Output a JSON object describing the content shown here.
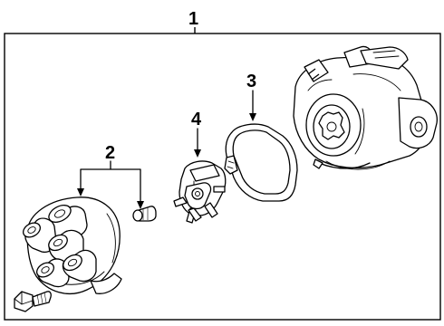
{
  "diagram": {
    "callouts": [
      {
        "id": "1",
        "label": "1"
      },
      {
        "id": "2",
        "label": "2"
      },
      {
        "id": "3",
        "label": "3"
      },
      {
        "id": "4",
        "label": "4"
      }
    ],
    "parts": [
      {
        "callout": "1",
        "name": "distributor-assembly"
      },
      {
        "callout": "2",
        "name": "distributor-cap-and-bolt"
      },
      {
        "callout": "3",
        "name": "cap-gasket"
      },
      {
        "callout": "4",
        "name": "rotor"
      }
    ]
  }
}
